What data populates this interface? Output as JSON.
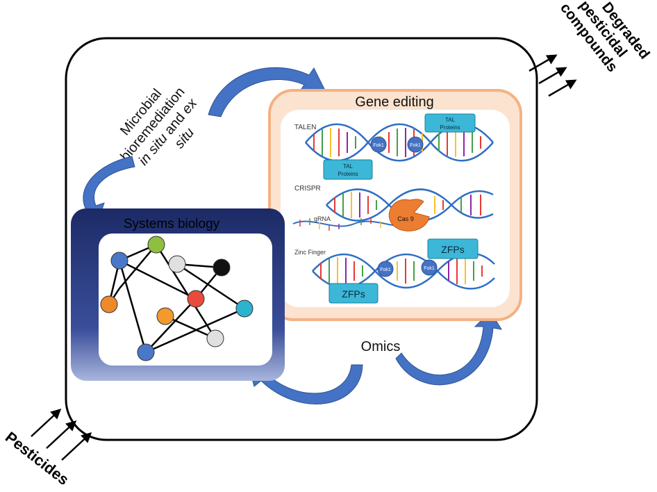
{
  "diagram": {
    "inputs": {
      "pesticides": "Pesticides"
    },
    "outputs": {
      "degraded_lines": [
        "Degraded",
        "pesticidal",
        "compounds"
      ]
    },
    "microbial": {
      "line1": "Microbial",
      "line2": "bioremediation",
      "line3_a": "in situ",
      "line3_b": " and ",
      "line3_c": "ex",
      "line4": "situ"
    },
    "systems_biology": {
      "title": "Systems biology"
    },
    "gene_editing": {
      "title": "Gene editing",
      "talen": {
        "label": "TALEN",
        "protein_line1": "TAL",
        "protein_line2": "Proteins",
        "fok": "Fok1"
      },
      "crispr": {
        "label": "CRISPR",
        "grna": "gRNA",
        "cas": "Cas 9"
      },
      "zinc": {
        "label": "Zinc Finger",
        "protein": "ZFPs",
        "fok": "Fok1"
      }
    },
    "omics": {
      "label": "Omics"
    },
    "colors": {
      "navy": "#1f2d6e",
      "arrow_blue": "#4472c4",
      "peach_border": "#f4b183",
      "peach_fill": "#fbe3cf",
      "box_cyan": "#3cb7d8",
      "cas_orange": "#ed7d31"
    },
    "network_nodes": [
      {
        "color": "#4a78c8"
      },
      {
        "color": "#8fbf3f"
      },
      {
        "color": "#e0e0e0"
      },
      {
        "color": "#111111"
      },
      {
        "color": "#e84b3c"
      },
      {
        "color": "#ef8a2b"
      },
      {
        "color": "#f29a2e"
      },
      {
        "color": "#2bb3cf"
      },
      {
        "color": "#e0e0e0"
      },
      {
        "color": "#4a78c8"
      }
    ]
  }
}
